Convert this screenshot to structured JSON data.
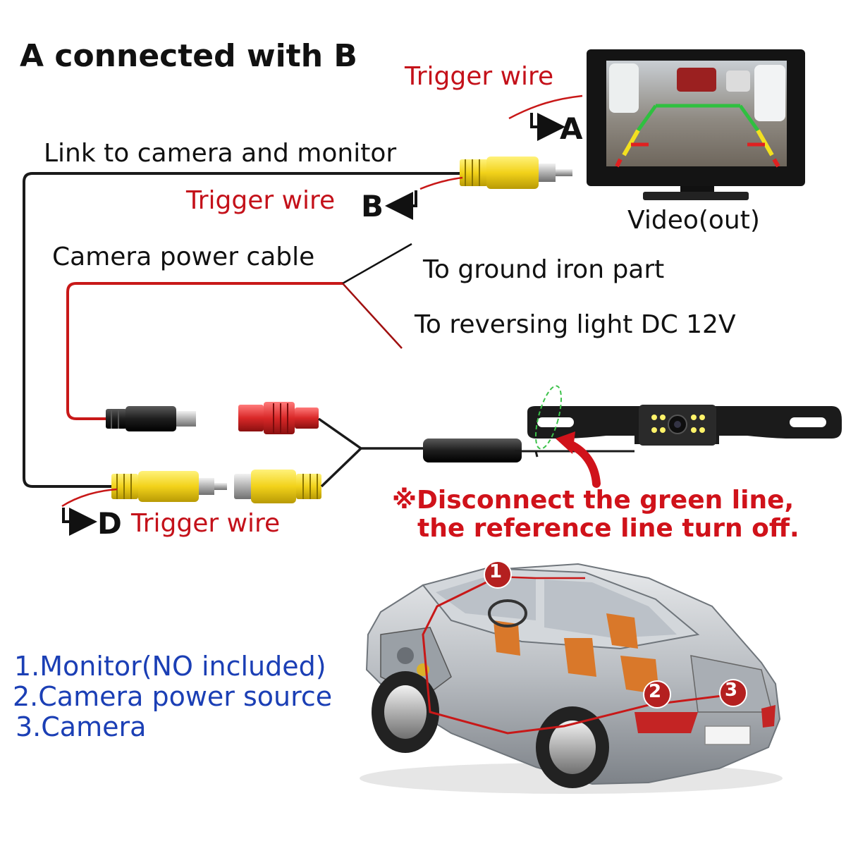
{
  "title": "A connected with B",
  "labels": {
    "trigger_wire_a": "Trigger wire",
    "letter_a": "A",
    "link": "Link to camera  and monitor",
    "trigger_wire_b": "Trigger wire",
    "letter_b": "B",
    "video_out": "Video(out)",
    "power_cable": "Camera power cable",
    "ground": "To ground iron part",
    "reversing": "To reversing light DC 12V",
    "letter_d": "D",
    "trigger_wire_d": "Trigger wire"
  },
  "warning": {
    "line1": "※Disconnect the green line,",
    "line2": "the reference line turn off."
  },
  "legend": [
    "1.Monitor(NO included)",
    "2.Camera power source",
    "3.Camera"
  ],
  "markers": [
    "1",
    "2",
    "3"
  ],
  "colors": {
    "wire_red": "#c81818",
    "wire_black": "#1a1a1a",
    "rca_yellow": "#f2d21a",
    "dc_red": "#d92828",
    "text_red": "#c4111a",
    "legend_blue": "#1b3fb5",
    "marker": "#b42020",
    "green_marker": "#3cc24a"
  },
  "icons": [
    "monitor-icon",
    "backup-camera-icon",
    "car-cutaway-icon",
    "rca-connector-icon",
    "dc-jack-icon",
    "curved-arrow-icon"
  ]
}
